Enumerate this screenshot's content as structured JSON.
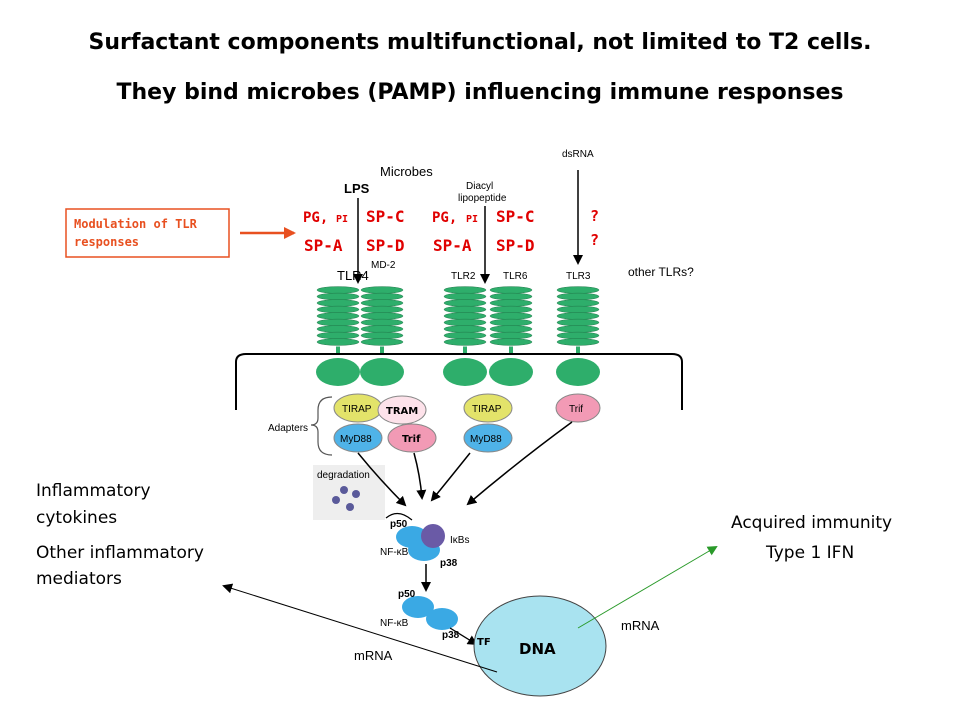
{
  "title": {
    "line1": "Surfactant components multifunctional, not limited to T2 cells.",
    "line2": "They bind microbes (PAMP) influencing immune responses"
  },
  "labels": {
    "microbes": "Microbes",
    "lps": "LPS",
    "diacyl_line1": "Diacyl",
    "diacyl_line2": "lipopeptide",
    "dsrna": "dsRNA",
    "modulation_line1": "Modulation of TLR",
    "modulation_line2": "responses",
    "md2": "MD-2",
    "other_tlrs": "other TLRs?",
    "adapters": "Adapters",
    "degradation": "degradation",
    "inflammatory_line1": "Inflammatory",
    "inflammatory_line2": "cytokines",
    "other_inflam_line1": "Other inflammatory",
    "other_inflam_line2": "mediators",
    "acquired_line1": "Acquired immunity",
    "acquired_line2": "Type 1 IFN",
    "mrna_left": "mRNA",
    "mrna_right": "mRNA",
    "dna": "DNA",
    "tf": "TF",
    "nfkb_upper": "NF-κB",
    "nfkb_lower": "NF-κB",
    "p50_upper": "p50",
    "p50_lower": "p50",
    "p38_upper": "p38",
    "p38_lower": "p38",
    "ikbs": "IκBs",
    "question_1": "?",
    "question_2": "?"
  },
  "surfactant_groups": [
    {
      "pg": "PG,",
      "pi": "PI",
      "spc": "SP-C",
      "spa": "SP-A",
      "spd": "SP-D"
    },
    {
      "pg": "PG,",
      "pi": "PI",
      "spc": "SP-C",
      "spa": "SP-A",
      "spd": "SP-D"
    }
  ],
  "receptors": [
    "TLR4",
    "TLR2",
    "TLR6",
    "TLR3"
  ],
  "adapter_proteins": {
    "tirap_1": "TIRAP",
    "tram": "TRAM",
    "myd88_1": "MyD88",
    "trif_1": "Trif",
    "tirap_2": "TIRAP",
    "myd88_2": "MyD88",
    "trif_2": "Trif"
  },
  "colors": {
    "receptor_green": "#2eae6b",
    "tirap_yellow": "#e3e36a",
    "myd88_blue": "#4fb3e8",
    "trif_pink": "#f29ab5",
    "nfkb_blue": "#3aa9e4",
    "dna_cyan": "#a9e3f0",
    "surfactant_red": "#e00000",
    "modulation_red": "#e85020"
  }
}
